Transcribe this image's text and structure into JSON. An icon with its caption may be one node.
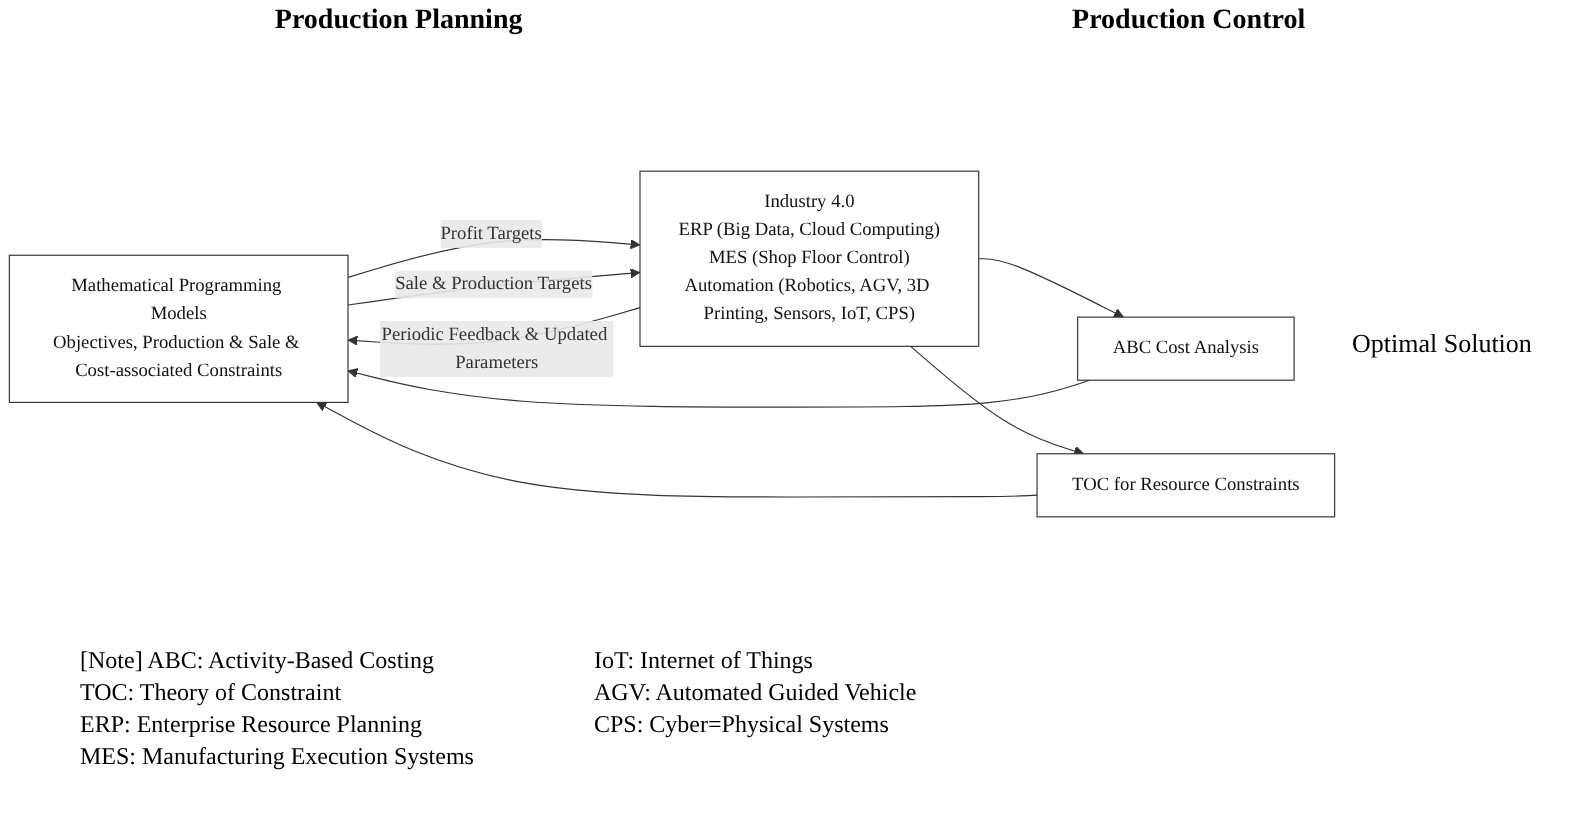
{
  "diagram": {
    "nodes": [
      {
        "text": [
          "Mathematical Programming Models",
          "Objectives, Production & Sale & Cost-associated Constraints"
        ]
      },
      {
        "text": [
          "Industry 4.0",
          "ERP (Big Data, Cloud Computing)",
          "MES (Shop Floor Control)",
          "Automation (Robotics, AGV, 3D Printing, Sensors, IoT, CPS)"
        ]
      },
      {
        "text": [
          "ABC Cost Analysis"
        ]
      },
      {
        "text": [
          "TOC for Resource Constraints"
        ]
      }
    ],
    "edges": [
      {
        "from": 0,
        "to": 1,
        "arrow": "to",
        "label": "Profit Targets"
      },
      {
        "from": 0,
        "to": 1,
        "arrow": "to",
        "label": "Sale & Production Targets"
      },
      {
        "from": 1,
        "to": 0,
        "arrow": "to",
        "label": "Periodic Feedback & Updated Parameters"
      },
      {
        "from": 1,
        "to": 2,
        "arrow": "to"
      },
      {
        "from": 1,
        "to": 3,
        "arrow": "to"
      },
      {
        "from": 2,
        "to": 0,
        "arrow": "to"
      },
      {
        "from": 3,
        "to": 0,
        "arrow": "to"
      }
    ],
    "labels": [
      "Production Planning",
      "Production Control",
      "Optimal Solution",
      "[Note] ABC: Activity-Based Costing",
      "TOC: Theory of Constraint",
      "ERP: Enterprise Resource Planning",
      "MES: Manufacturing Execution Systems",
      "IoT: Internet of Things",
      "AGV: Automated Guided Vehicle",
      "CPS: Cyber=Physical Systems"
    ]
  }
}
